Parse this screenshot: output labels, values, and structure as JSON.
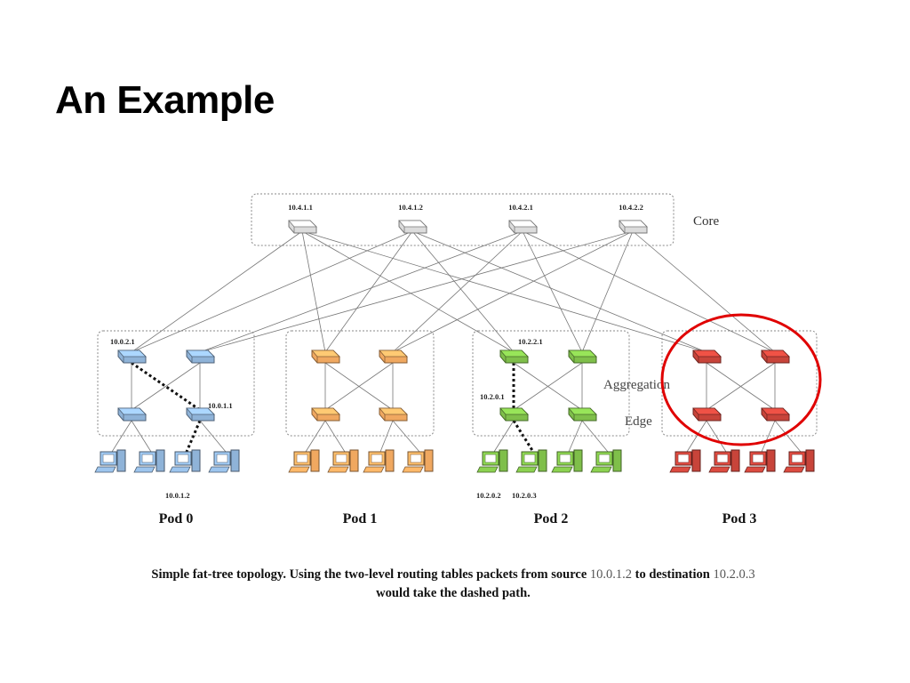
{
  "title": "An Example",
  "core": {
    "label": "Core",
    "switches": [
      {
        "id": "c1",
        "label": "10.4.1.1"
      },
      {
        "id": "c2",
        "label": "10.4.1.2"
      },
      {
        "id": "c3",
        "label": "10.4.2.1"
      },
      {
        "id": "c4",
        "label": "10.4.2.2"
      }
    ]
  },
  "layer_labels": {
    "aggregation": "Aggregation",
    "edge": "Edge"
  },
  "pods": [
    {
      "name": "Pod 0",
      "color": "#8fb3d8",
      "agg_labels": [
        "10.0.2.1",
        ""
      ],
      "edge_labels": [
        "",
        "10.0.1.1"
      ],
      "host_labels": [
        "",
        "",
        "10.0.1.2",
        ""
      ]
    },
    {
      "name": "Pod 1",
      "color": "#f0a860",
      "agg_labels": [
        "",
        ""
      ],
      "edge_labels": [
        "",
        ""
      ],
      "host_labels": [
        "",
        "",
        "",
        ""
      ]
    },
    {
      "name": "Pod 2",
      "color": "#7fbf4a",
      "agg_labels": [
        "10.2.2.1",
        ""
      ],
      "edge_labels": [
        "10.2.0.1",
        ""
      ],
      "host_labels": [
        "10.2.0.2",
        "10.2.0.3",
        "",
        ""
      ]
    },
    {
      "name": "Pod 3",
      "color": "#c8443a",
      "agg_labels": [
        "",
        ""
      ],
      "edge_labels": [
        "",
        ""
      ],
      "host_labels": [
        "",
        "",
        "",
        ""
      ]
    }
  ],
  "highlight": {
    "pod": 3,
    "color": "#e00000"
  },
  "caption": {
    "p1": "Simple fat-tree topology.  Using the two-level routing tables packets from source",
    "src": "10.0.1.2",
    "p2": "to destination",
    "dst": "10.2.0.3",
    "p3": "would take the dashed path."
  }
}
